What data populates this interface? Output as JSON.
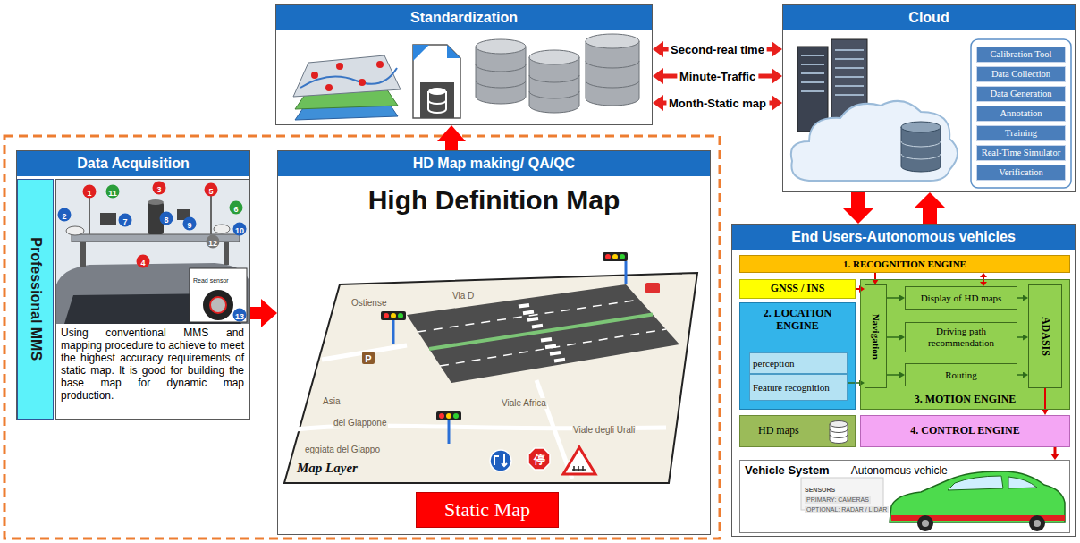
{
  "diagram": {
    "nodes": [
      {
        "text": [
          "Standardization"
        ]
      },
      {
        "text": [
          "Cloud"
        ]
      },
      {
        "text": [
          "Calibration Tool"
        ],
        "in": 1
      },
      {
        "text": [
          "Data Collection"
        ],
        "in": 1
      },
      {
        "text": [
          "Data Generation"
        ],
        "in": 1
      },
      {
        "text": [
          "Annotation"
        ],
        "in": 1
      },
      {
        "text": [
          "Training"
        ],
        "in": 1
      },
      {
        "text": [
          "Real-Time Simulator"
        ],
        "in": 1
      },
      {
        "text": [
          "Verification"
        ],
        "in": 1
      },
      {
        "text": [
          "Data Acquisition"
        ]
      },
      {
        "text": [
          "Professional MMS"
        ],
        "in": 9
      },
      {
        "text": [
          "Using conventional MMS and mapping procedure to achieve to meet the highest accuracy requirements of static map. It is good for building the base map for dynamic map production."
        ],
        "in": 9
      },
      {
        "text": [
          "HD Map making/ QA/QC",
          "High Definition Map"
        ]
      },
      {
        "text": [
          "Static Map"
        ],
        "in": 12
      },
      {
        "text": [
          "End Users-Autonomous vehicles"
        ]
      },
      {
        "text": [
          "1. RECOGNITION ENGINE"
        ],
        "in": 14
      },
      {
        "text": [
          "GNSS / INS"
        ],
        "in": 14
      },
      {
        "text": [
          "2. LOCATION ENGINE"
        ],
        "in": 14
      },
      {
        "text": [
          "perception"
        ],
        "in": 17
      },
      {
        "text": [
          "Feature recognition"
        ],
        "in": 17
      },
      {
        "text": [
          "3. MOTION ENGINE"
        ],
        "in": 14
      },
      {
        "text": [
          "Navigation"
        ],
        "in": 20
      },
      {
        "text": [
          "Display of HD maps"
        ],
        "in": 20
      },
      {
        "text": [
          "Driving path recommendation"
        ],
        "in": 20
      },
      {
        "text": [
          "Routing"
        ],
        "in": 20
      },
      {
        "text": [
          "ADASIS"
        ],
        "in": 20
      },
      {
        "text": [
          "HD maps"
        ],
        "in": 14
      },
      {
        "text": [
          "4. CONTROL ENGINE"
        ],
        "in": 14
      },
      {
        "text": [
          "Vehicle System",
          "Autonomous vehicle"
        ],
        "in": 14
      }
    ],
    "edges": [
      {
        "from": 0,
        "to": 1,
        "arrow": "both",
        "label": "Second-real time"
      },
      {
        "from": 0,
        "to": 1,
        "arrow": "both",
        "label": "Minute-Traffic"
      },
      {
        "from": 0,
        "to": 1,
        "arrow": "both",
        "label": "Month-Static map"
      },
      {
        "from": 9,
        "to": 12,
        "arrow": "to"
      },
      {
        "from": 12,
        "to": 0,
        "arrow": "to"
      },
      {
        "from": 1,
        "to": 14,
        "arrow": "to"
      },
      {
        "from": 14,
        "to": 1,
        "arrow": "to"
      },
      {
        "from": 15,
        "to": 21,
        "arrow": "to"
      },
      {
        "from": 22,
        "to": 15,
        "arrow": "both"
      },
      {
        "from": 16,
        "to": 21,
        "arrow": "to"
      },
      {
        "from": 19,
        "to": 21,
        "arrow": "to"
      },
      {
        "from": 21,
        "to": 22,
        "arrow": "to"
      },
      {
        "from": 21,
        "to": 23,
        "arrow": "to"
      },
      {
        "from": 21,
        "to": 24,
        "arrow": "to"
      },
      {
        "from": 22,
        "to": 25,
        "arrow": "to"
      },
      {
        "from": 23,
        "to": 25,
        "arrow": "to"
      },
      {
        "from": 24,
        "to": 25,
        "arrow": "to"
      },
      {
        "from": 25,
        "to": 27,
        "arrow": "to"
      },
      {
        "from": 27,
        "to": 28,
        "arrow": "to"
      }
    ],
    "labels": [
      "1",
      "2",
      "3",
      "4",
      "5",
      "6",
      "7",
      "8",
      "9",
      "10",
      "11",
      "12",
      "13",
      "Read sensor",
      "Ostiense",
      "Via D",
      "Asia",
      "del Giappone",
      "eggiata del Giappo",
      "Viale Africa",
      "Viale degli Urali",
      "Map Layer",
      "P",
      "停",
      "SENSORS",
      "PRIMARY: CAMERAS",
      "OPTIONAL: RADAR / LIDAR"
    ]
  }
}
